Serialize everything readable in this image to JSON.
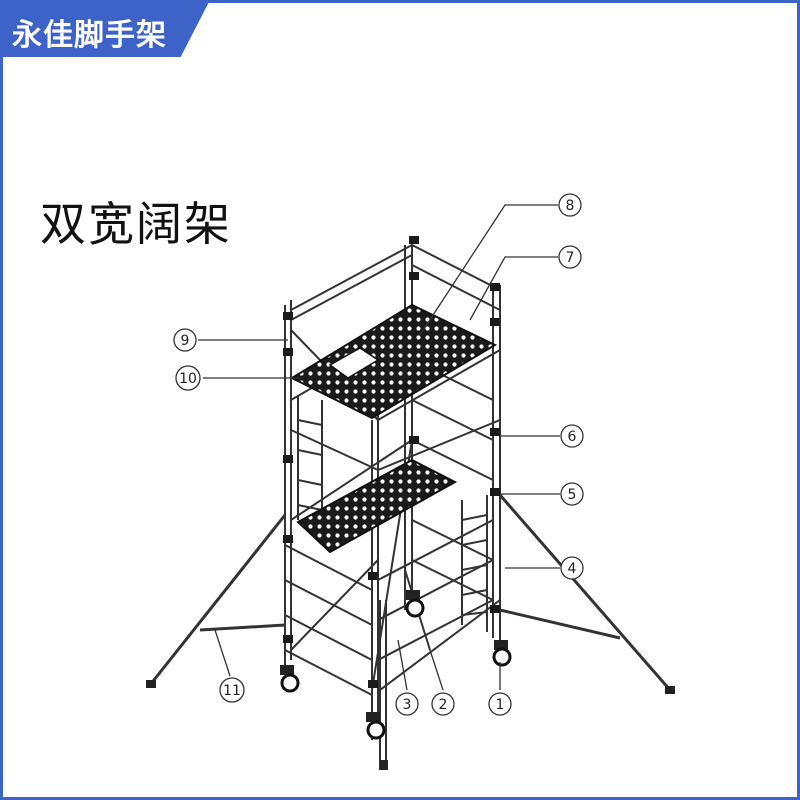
{
  "brand": {
    "title": "永佳脚手架",
    "color": "#3d63c9"
  },
  "heading": {
    "text": "双宽阔架"
  },
  "callouts": [
    {
      "label": "1"
    },
    {
      "label": "2"
    },
    {
      "label": "3"
    },
    {
      "label": "4"
    },
    {
      "label": "5"
    },
    {
      "label": "6"
    },
    {
      "label": "7"
    },
    {
      "label": "8"
    },
    {
      "label": "9"
    },
    {
      "label": "10"
    },
    {
      "label": "11"
    }
  ],
  "colors": {
    "line": "#333333",
    "deck": "#1a1a1a",
    "frame_border": "#3d63c9"
  }
}
